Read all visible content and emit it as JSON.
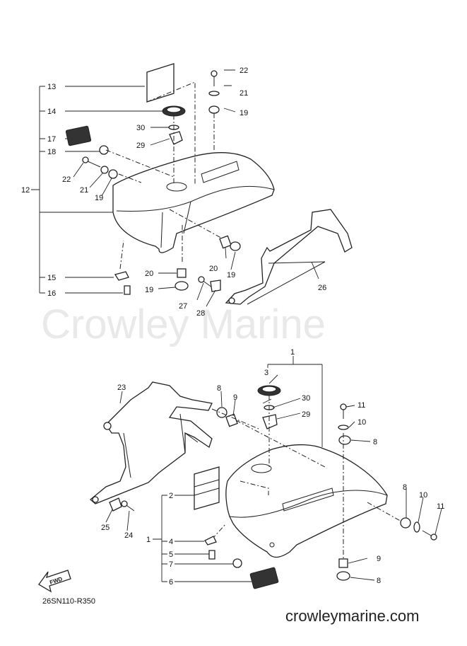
{
  "watermark": "Crowley Marine",
  "website": "crowleymarine.com",
  "diagram_code": "26SN110-R350",
  "fwd_label": "FWD",
  "callouts": {
    "c1_top": "1",
    "c3": "3",
    "c30b": "30",
    "c29b": "29",
    "c8a": "8",
    "c9a": "9",
    "c23": "23",
    "c11a": "11",
    "c10a": "10",
    "c8b": "8",
    "c2": "2",
    "c1_side": "1",
    "c4": "4",
    "c5": "5",
    "c7": "7",
    "c6": "6",
    "c25": "25",
    "c24": "24",
    "c9b": "9",
    "c8c": "8",
    "c8d": "8",
    "c10b": "10",
    "c11b": "11",
    "c13": "13",
    "c14": "14",
    "c17": "17",
    "c18": "18",
    "c12": "12",
    "c22a": "22",
    "c21a": "21",
    "c19a": "19",
    "c30a": "30",
    "c29a": "29",
    "c22b": "22",
    "c21b": "21",
    "c19b": "19",
    "c15": "15",
    "c16": "16",
    "c20a": "20",
    "c20b": "20",
    "c19c": "19",
    "c19d": "19",
    "c27": "27",
    "c28": "28",
    "c26": "26"
  }
}
